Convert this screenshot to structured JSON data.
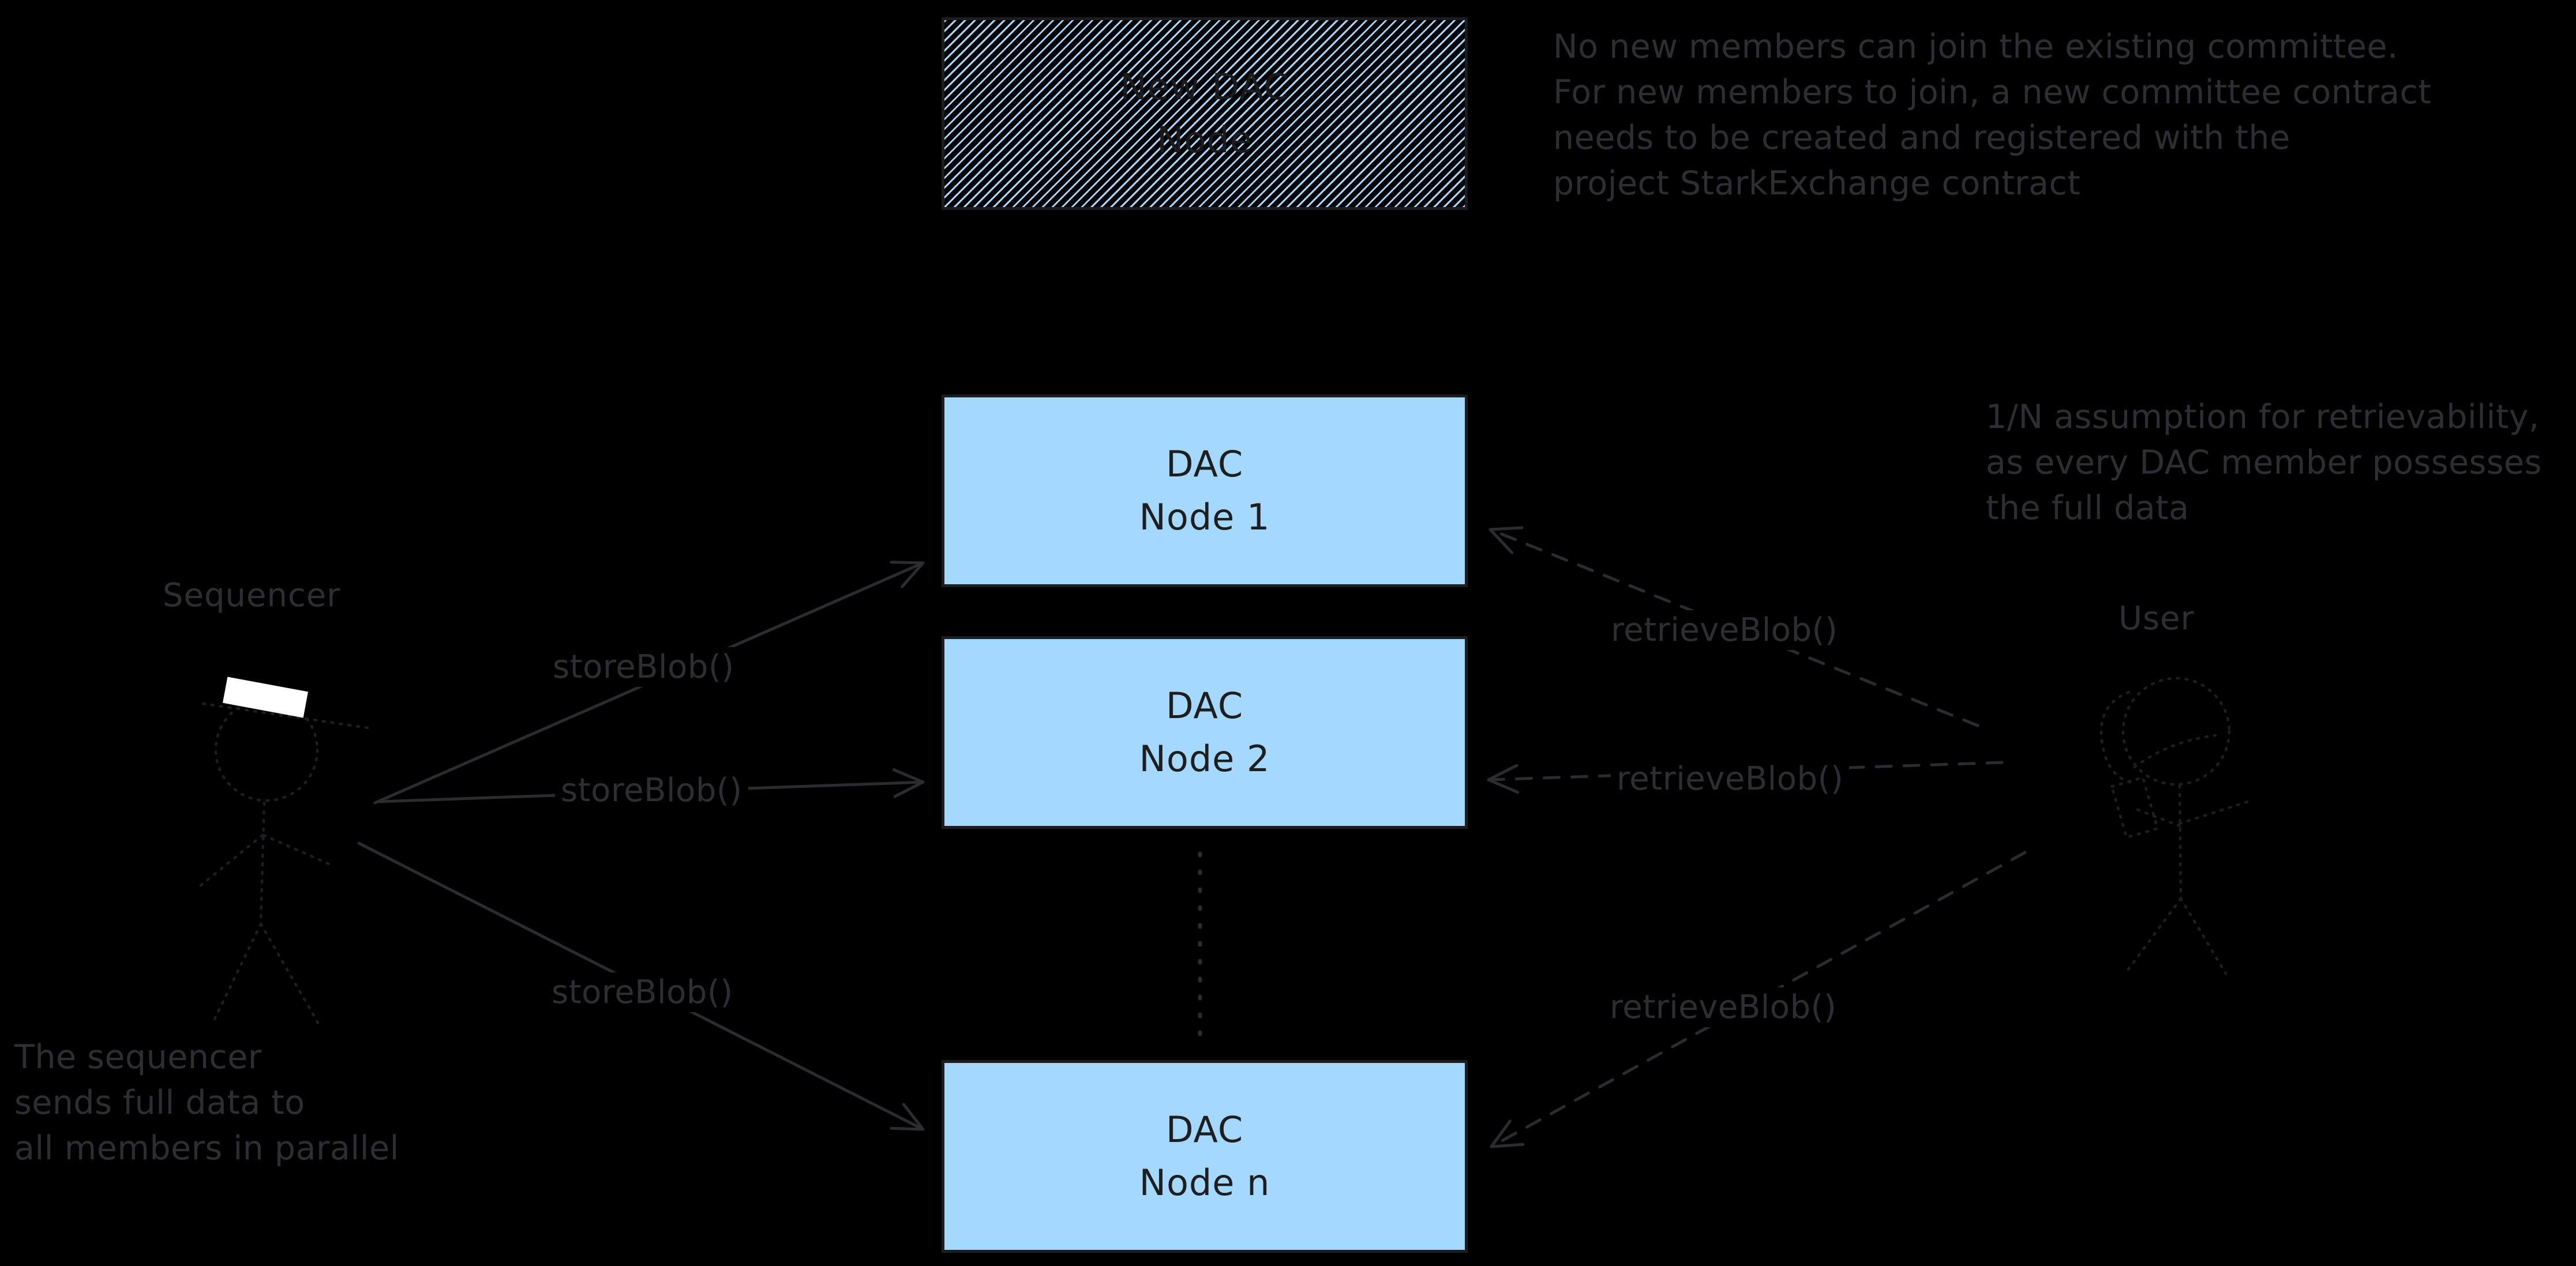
{
  "canvas": {
    "background": "#000000"
  },
  "colors": {
    "node_fill": "#a5d8ff",
    "box_border": "#1d1d20",
    "box_text": "#1e1e1e",
    "annotation_text": "#2e2e32",
    "arrow_stroke": "#2c2c2f",
    "figure_stroke": "#1e1e21",
    "sequencer_hat": "#ffffff"
  },
  "nodes": {
    "new_dac": {
      "line1": "New DAC",
      "line2": "Node"
    },
    "node1": {
      "line1": "DAC",
      "line2": "Node 1"
    },
    "node2": {
      "line1": "DAC",
      "line2": "Node 2"
    },
    "node_n": {
      "line1": "DAC",
      "line2": "Node n"
    }
  },
  "actors": {
    "sequencer": "Sequencer",
    "user": "User"
  },
  "edges": {
    "store_blob_1": "storeBlob()",
    "store_blob_2": "storeBlob()",
    "store_blob_3": "storeBlob()",
    "retrieve_blob_1": "retrieveBlob()",
    "retrieve_blob_2": "retrieveBlob()",
    "retrieve_blob_3": "retrieveBlob()"
  },
  "annotations": {
    "committee": {
      "lines": [
        "No new members can join the existing committee.",
        "For new members to join, a new committee contract",
        "needs to be created and registered with the",
        "project StarkExchange contract"
      ]
    },
    "retrievability": {
      "lines": [
        "1/N assumption for retrievability,",
        "as every DAC member possesses",
        "the full data"
      ]
    },
    "parallel": {
      "lines": [
        "The sequencer",
        "sends full data to",
        "all members in parallel"
      ]
    }
  }
}
